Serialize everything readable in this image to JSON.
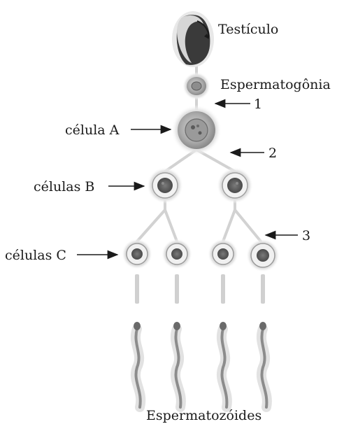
{
  "labels": {
    "testiculo": "Testículo",
    "espermatogonia": "Espermatogônia",
    "celula_a": "célula A",
    "celulas_b": "células B",
    "celulas_c": "células C",
    "espermatozoides": "Espermatozóides"
  },
  "arrow_numbers": {
    "one": "1",
    "two": "2",
    "three": "3"
  },
  "colors": {
    "text": "#1a1a1a",
    "cell_fill": "#bdbdbd",
    "cell_halo": "#e6e6e6",
    "nucleus": "#5a5a5a",
    "testis": "#3a3a3a"
  }
}
